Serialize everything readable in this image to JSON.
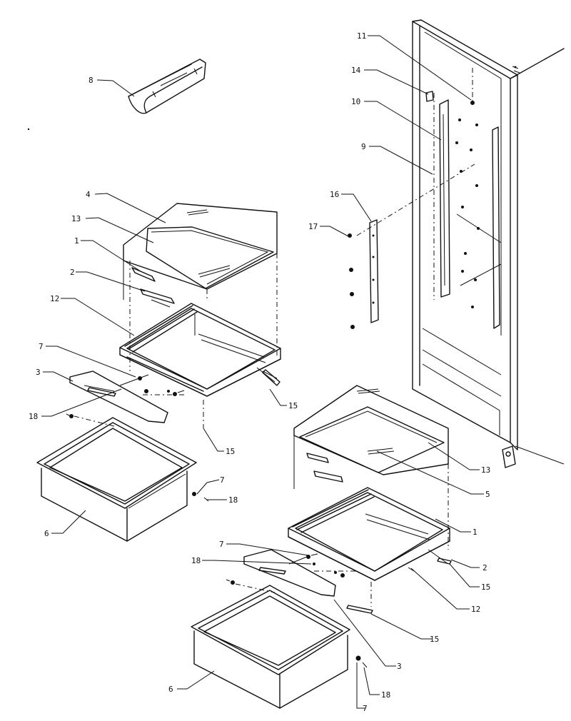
{
  "callouts": {
    "c8": "8",
    "c4": "4",
    "c13a": "13",
    "c1a": "1",
    "c2a": "2",
    "c12a": "12",
    "c7a": "7",
    "c3a": "3",
    "c18a": "18",
    "c15a": "15",
    "c15b": "15",
    "c7b": "7",
    "c18b": "18",
    "c6a": "6",
    "c11": "11",
    "c14": "14",
    "c10": "10",
    "c9": "9",
    "c16": "16",
    "c17": "17",
    "c13b": "13",
    "c5": "5",
    "c1b": "1",
    "c2b": "2",
    "c15c": "15",
    "c12b": "12",
    "c7c": "7",
    "c18c": "18",
    "c15d": "15",
    "c3b": "3",
    "c6b": "6",
    "c18d": "18",
    "c7d": "7"
  }
}
